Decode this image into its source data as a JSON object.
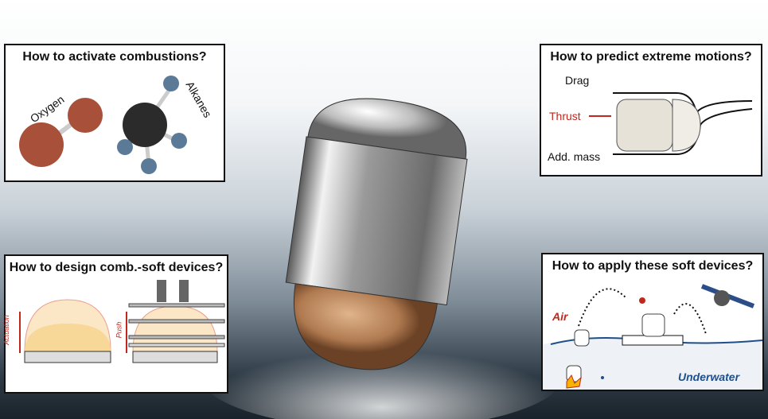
{
  "panels": {
    "combustion": {
      "title": "How to activate combustions?",
      "oxygen": "Oxygen",
      "alkanes": "Alkanes"
    },
    "motion": {
      "title": "How to predict extreme motions?",
      "drag": "Drag",
      "thrust": "Thrust",
      "added_mass": "Add. mass"
    },
    "design": {
      "title": "How to design comb.-soft devices?",
      "actuation": "Actuation",
      "push": "Push"
    },
    "apply": {
      "title": "How to apply these soft devices?",
      "air": "Air",
      "underwater": "Underwater"
    }
  },
  "colors": {
    "accent_red": "#c0281e",
    "water_blue": "#1f4f8a"
  }
}
